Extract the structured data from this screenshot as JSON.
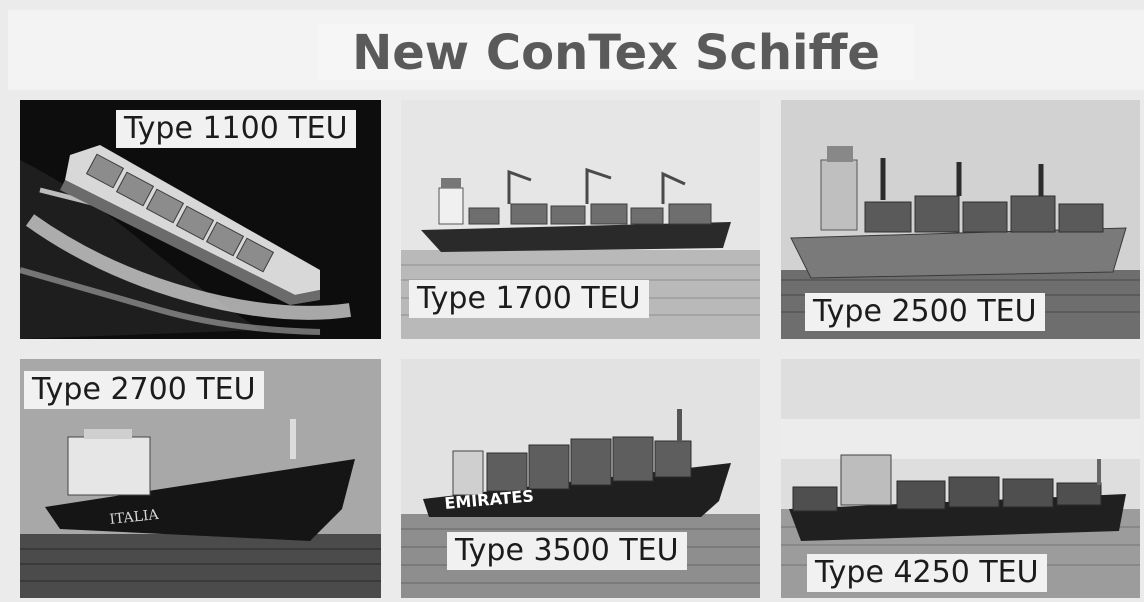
{
  "page": {
    "title": "New ConTex Schiffe"
  },
  "ships": [
    {
      "label": "Type 1100 TEU",
      "image": "container-ship-aerial-photo"
    },
    {
      "label": "Type 1700 TEU",
      "image": "container-ship-with-cranes-photo"
    },
    {
      "label": "Type 2500 TEU",
      "image": "container-ship-with-cranes-photo"
    },
    {
      "label": "Type 2700 TEU",
      "image": "container-ship-bow-photo",
      "hull_text": "ITALIA"
    },
    {
      "label": "Type 3500 TEU",
      "image": "container-ship-photo",
      "hull_text": "EMIRATES"
    },
    {
      "label": "Type 4250 TEU",
      "image": "container-ship-photo"
    }
  ]
}
